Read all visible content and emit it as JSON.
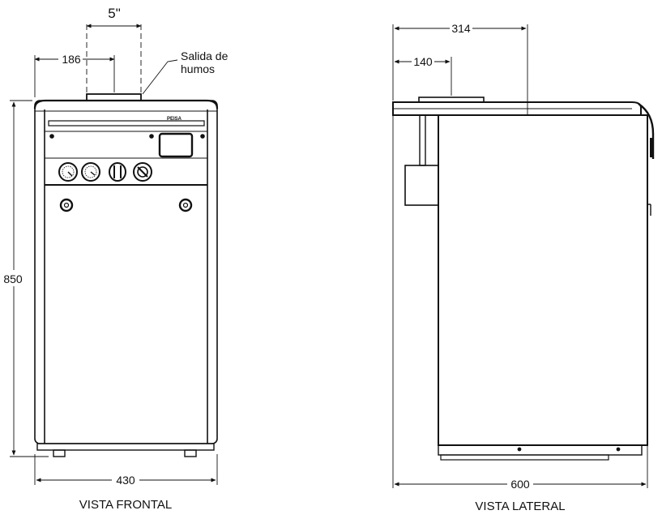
{
  "front_view": {
    "caption": "VISTA FRONTAL",
    "dim_flue": "5\"",
    "dim_offset": "186",
    "dim_height": "850",
    "dim_width": "430",
    "flue_label_line1": "Salida de",
    "flue_label_line2": "humos",
    "brand": "PEISA"
  },
  "side_view": {
    "caption": "VISTA LATERAL",
    "dim_offset_a": "314",
    "dim_offset_b": "140",
    "dim_depth": "600"
  },
  "colors": {
    "line": "#111111",
    "background": "#ffffff"
  }
}
